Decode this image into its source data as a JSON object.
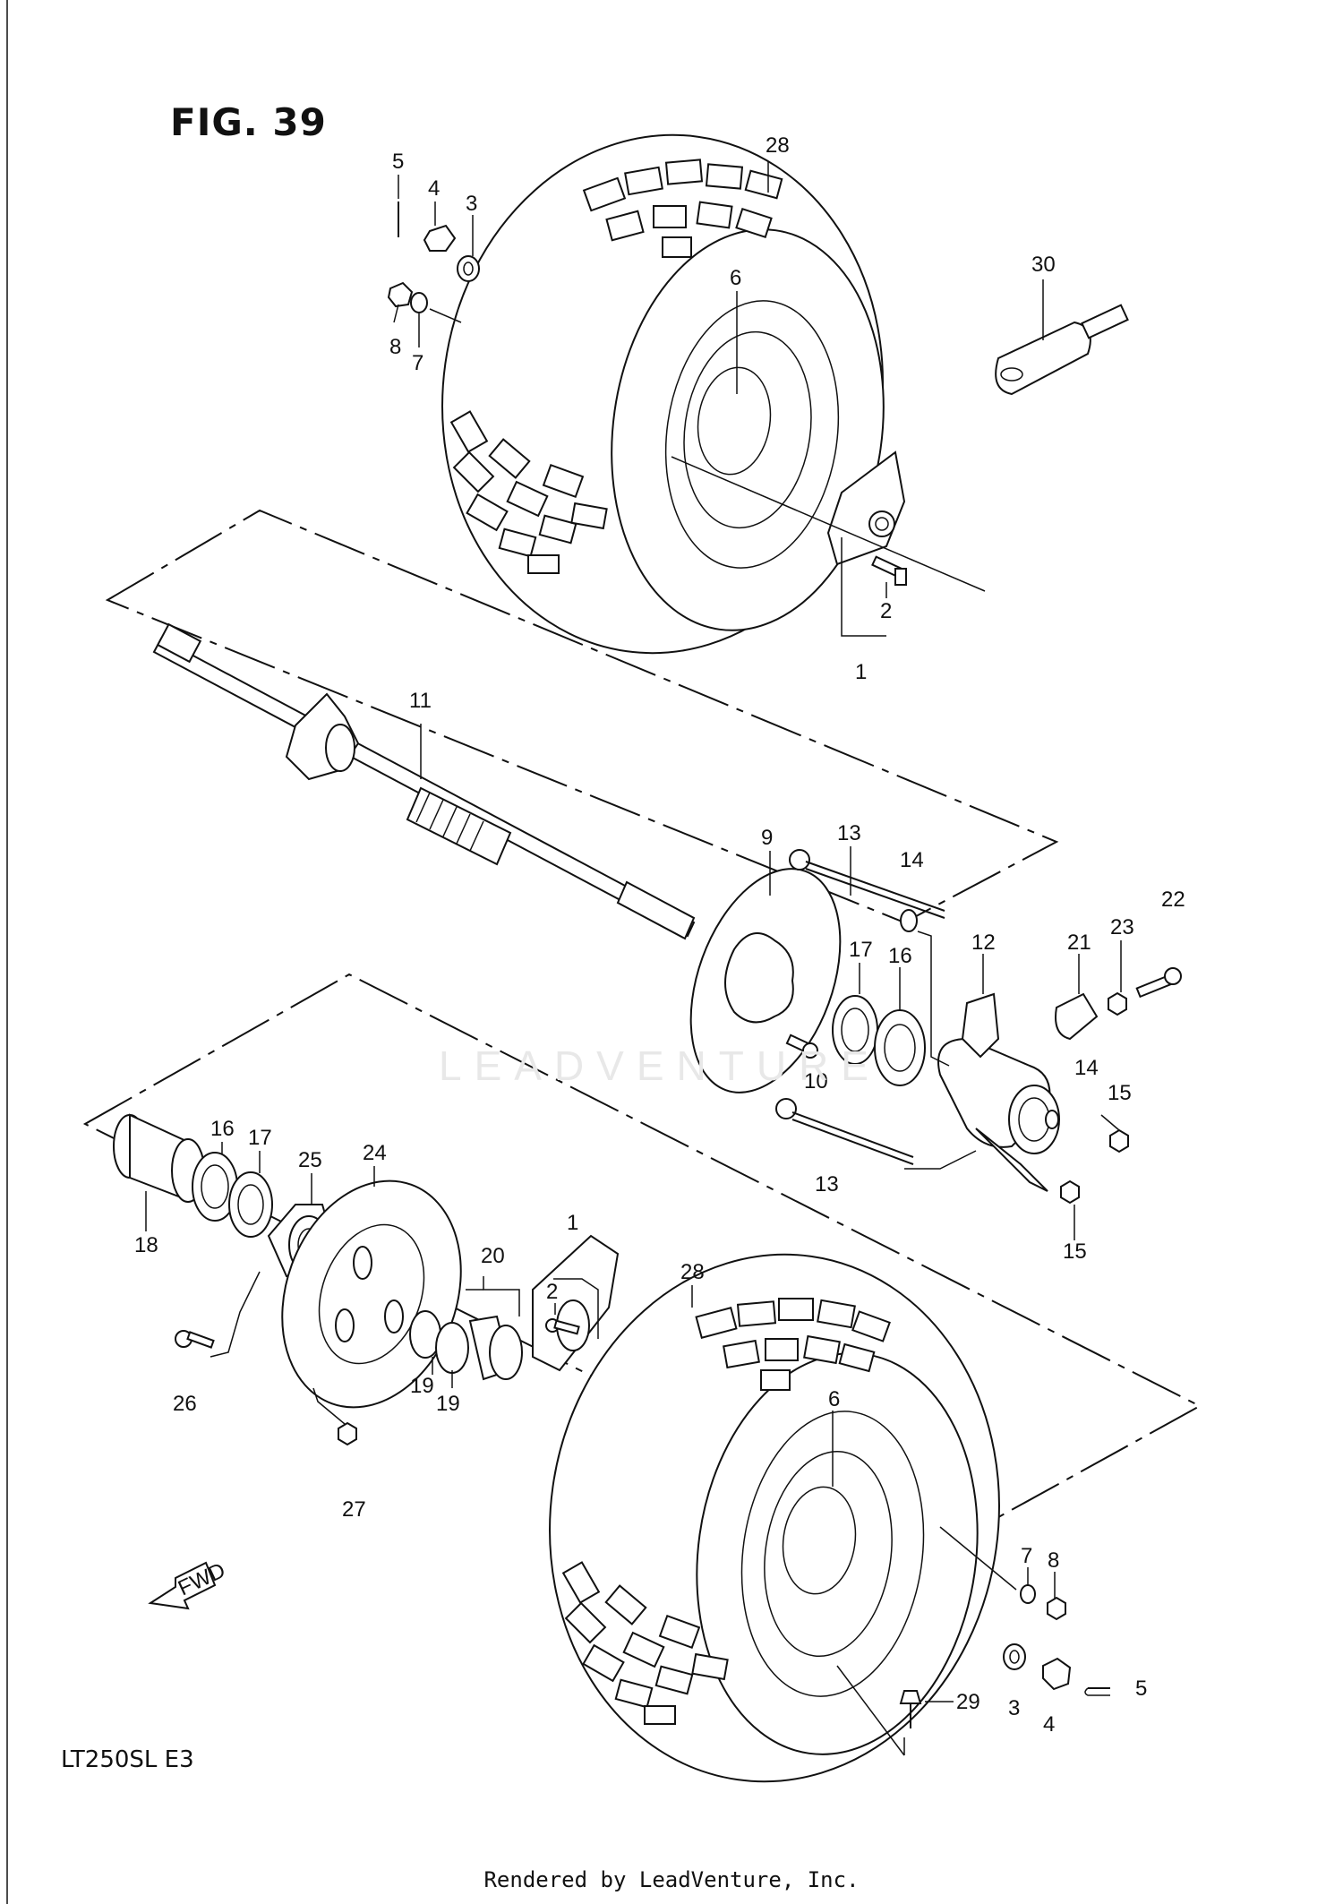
{
  "figure": {
    "title": "FIG. 39",
    "model": "LT250SL  E3"
  },
  "watermark": {
    "text": "LEADVENTURE"
  },
  "footer": {
    "text": "Rendered by LeadVenture, Inc."
  },
  "callouts": {
    "p1_top": "1",
    "p2_top": "2",
    "p3_top": "3",
    "p4_top": "4",
    "p5_top": "5",
    "p6_top": "6",
    "p7_top": "7",
    "p8_top": "8",
    "p28_top": "28",
    "p30": "30",
    "p11": "11",
    "p9": "9",
    "p13_top": "13",
    "p14_top": "14",
    "p17_right": "17",
    "p16_right": "16",
    "p10": "10",
    "p12": "12",
    "p21": "21",
    "p23": "23",
    "p22": "22",
    "p14_low": "14",
    "p15_top": "15",
    "p13_low": "13",
    "p15_low": "15",
    "p16_left": "16",
    "p17_left": "17",
    "p25": "25",
    "p24": "24",
    "p18": "18",
    "p20": "20",
    "p1_low": "1",
    "p2_low": "2",
    "p28_low": "28",
    "p26": "26",
    "p19a": "19",
    "p19b": "19",
    "p27": "27",
    "p6_low": "6",
    "p7_low": "7",
    "p8_low": "8",
    "p3_low": "3",
    "p4_low": "4",
    "p5_low": "5",
    "p29": "29"
  },
  "fwd_label": "FWD"
}
